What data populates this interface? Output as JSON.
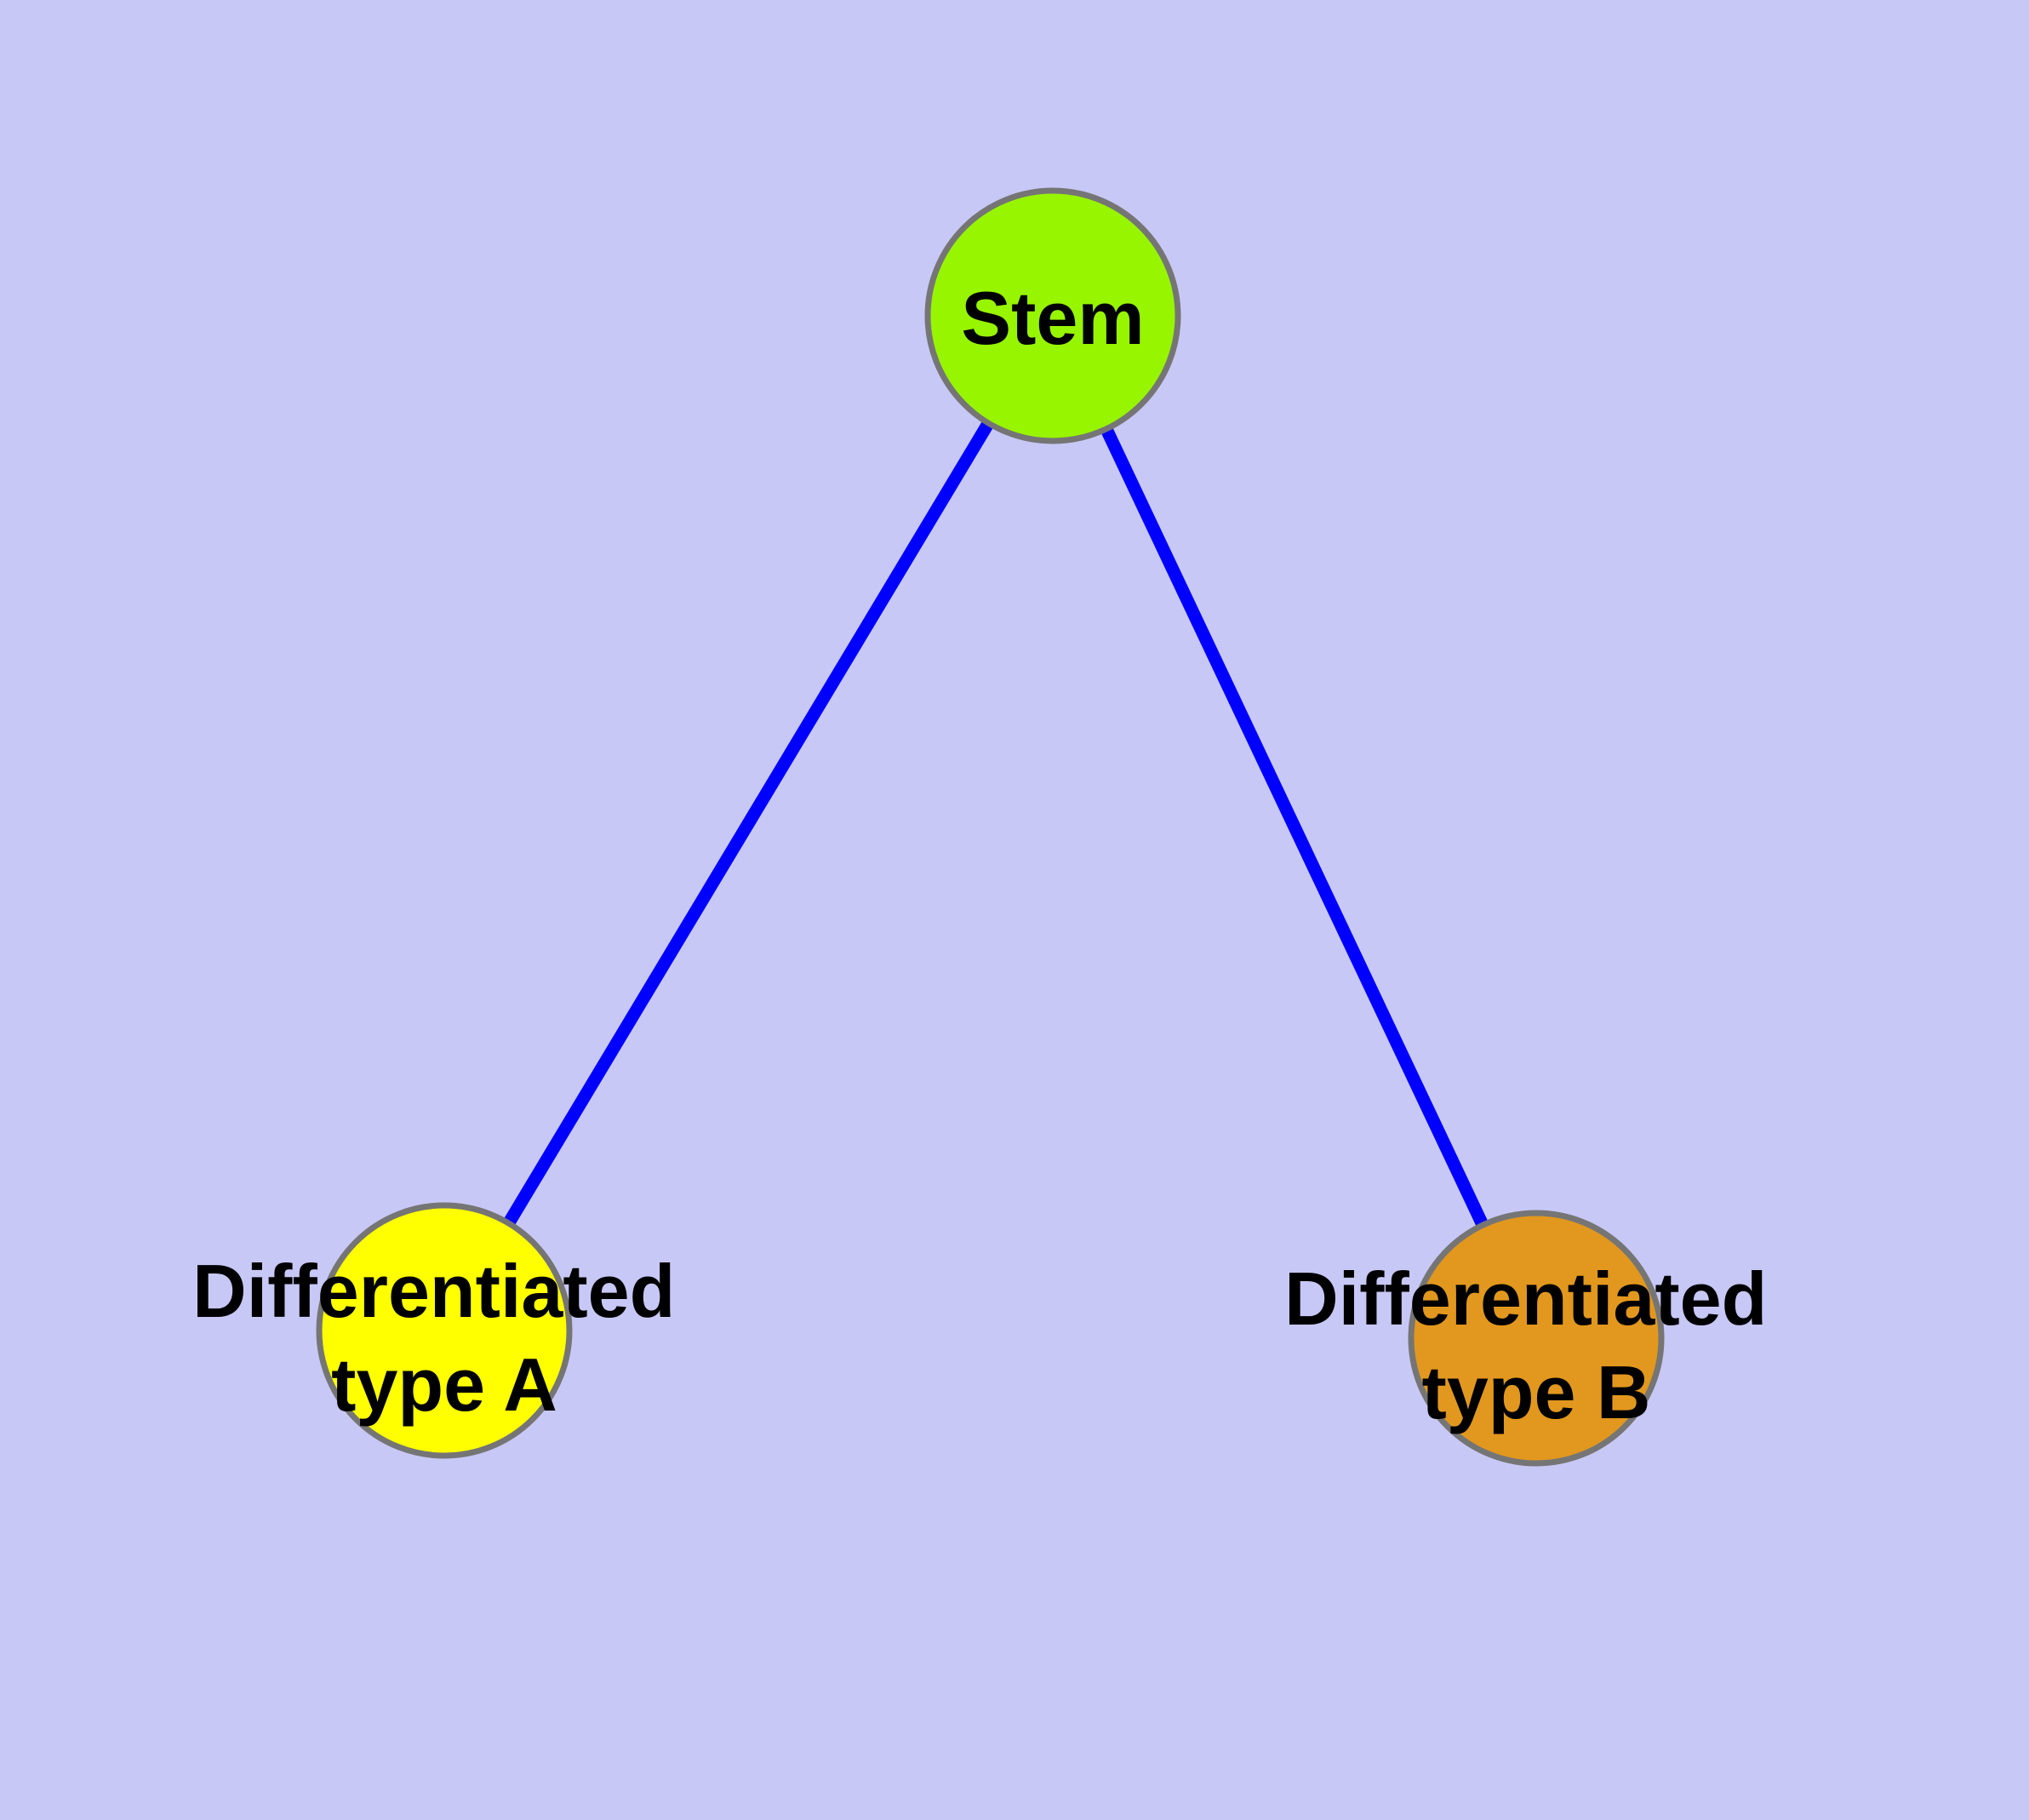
{
  "diagram": {
    "type": "graph",
    "nodes": [
      {
        "id": "stem",
        "label": "Stem",
        "lines": [
          "Stem"
        ],
        "fill": "#97F500"
      },
      {
        "id": "differentiated-type-a",
        "label": "Differentiated type A",
        "lines": [
          "Differentiated",
          "type A"
        ],
        "fill": "#FFFF00"
      },
      {
        "id": "differentiated-type-b",
        "label": "Differentiated type B",
        "lines": [
          "Differentiated",
          "type B"
        ],
        "fill": "#E2981E"
      }
    ],
    "edges": [
      {
        "from": "stem",
        "to": "differentiated-type-a"
      },
      {
        "from": "stem",
        "to": "differentiated-type-b"
      }
    ]
  },
  "colors": {
    "background": "#C8C8F6",
    "edge": "#0000FF",
    "node-border": "#757575",
    "label": "#000000"
  }
}
